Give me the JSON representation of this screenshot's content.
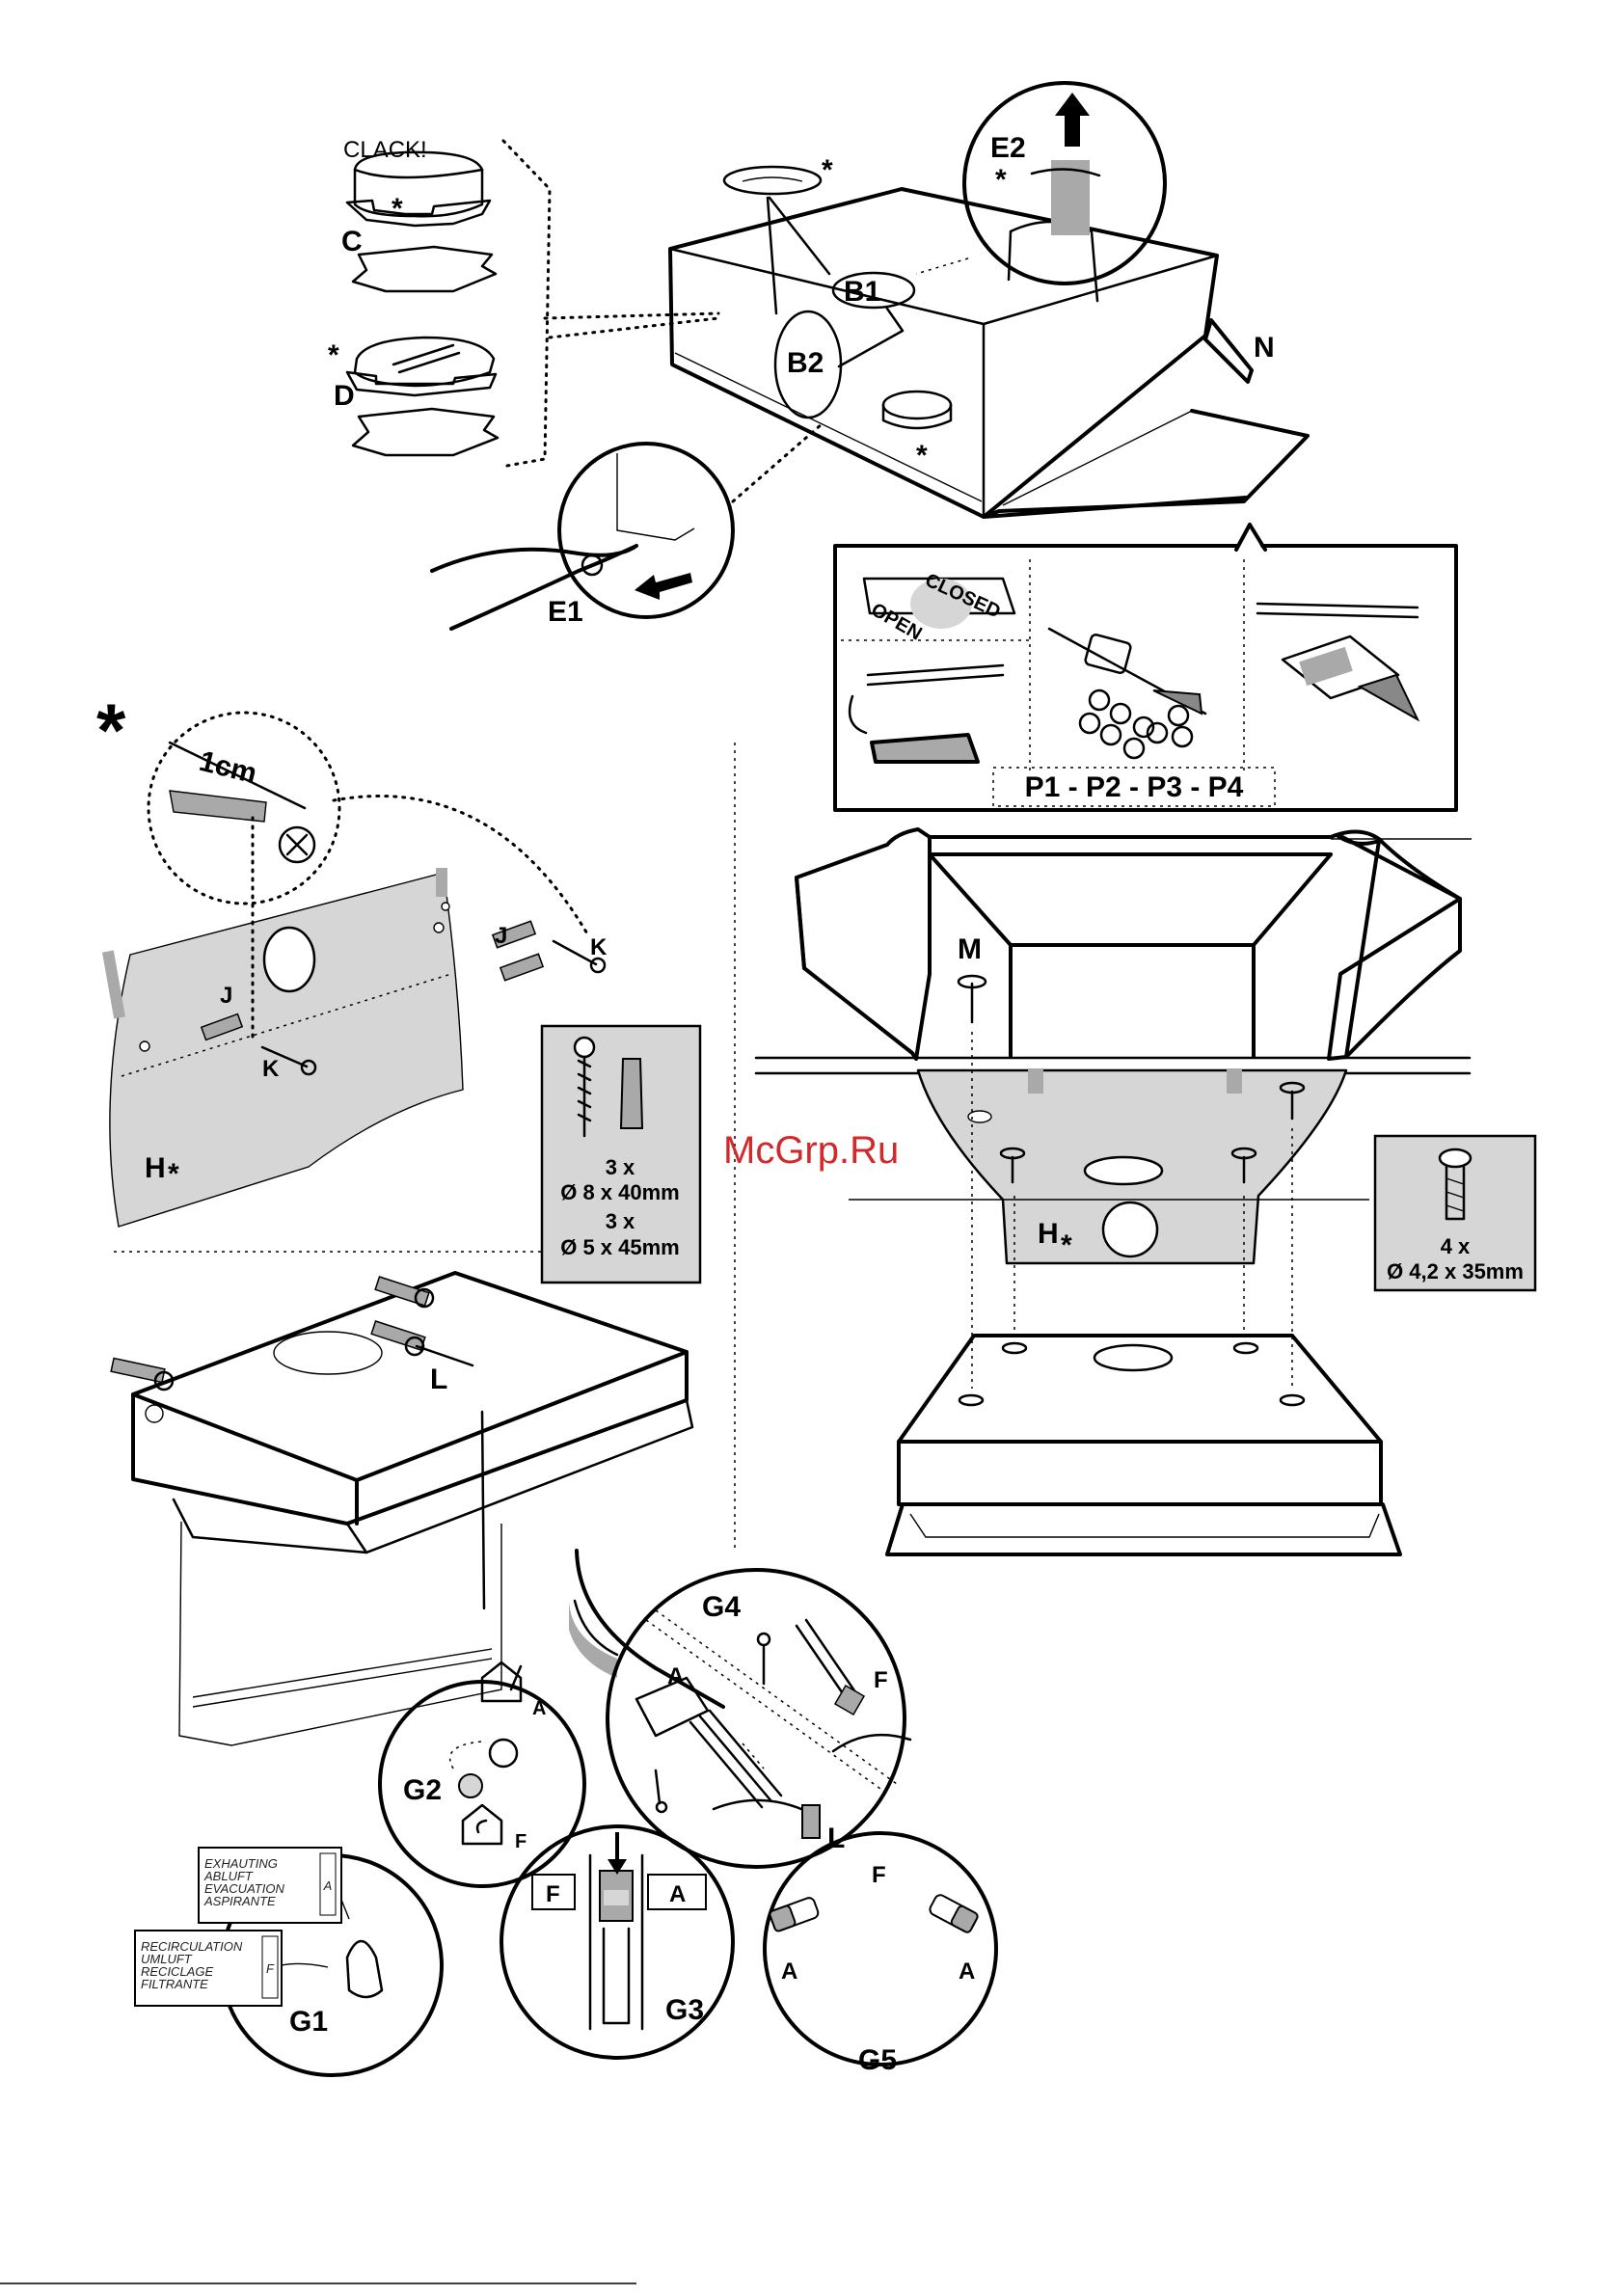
{
  "labels": {
    "clack": "CLACK!",
    "c": "C",
    "d": "D",
    "b1": "B1",
    "b2": "B2",
    "e1": "E1",
    "e2": "E2",
    "n": "N",
    "star": "*",
    "p_codes": "P1 - P2 - P3 - P4",
    "open": "OPEN",
    "closed": "CLOSED",
    "one_cm": "1cm",
    "j": "J",
    "k": "K",
    "h": "H",
    "l": "L",
    "m": "M",
    "g1": "G1",
    "g2": "G2",
    "g3": "G3",
    "g4": "G4",
    "g5": "G5",
    "a": "A",
    "f": "F"
  },
  "wall_fixings": {
    "qty1": "3 x",
    "size1": "Ø 8 x 40mm",
    "qty2": "3 x",
    "size2": "Ø 5 x 45mm"
  },
  "ceiling_fixings": {
    "qty": "4 x",
    "size": "Ø 4,2 x 35mm"
  },
  "g1_panel": {
    "exhaust": [
      "EXHAUTING",
      "ABLUFT",
      "EVACUATION",
      "ASPIRANTE"
    ],
    "recirc": [
      "RECIRCULATION",
      "UMLUFT",
      "RECICLAGE",
      "FILTRANTE"
    ]
  },
  "watermark": "McGrp.Ru"
}
